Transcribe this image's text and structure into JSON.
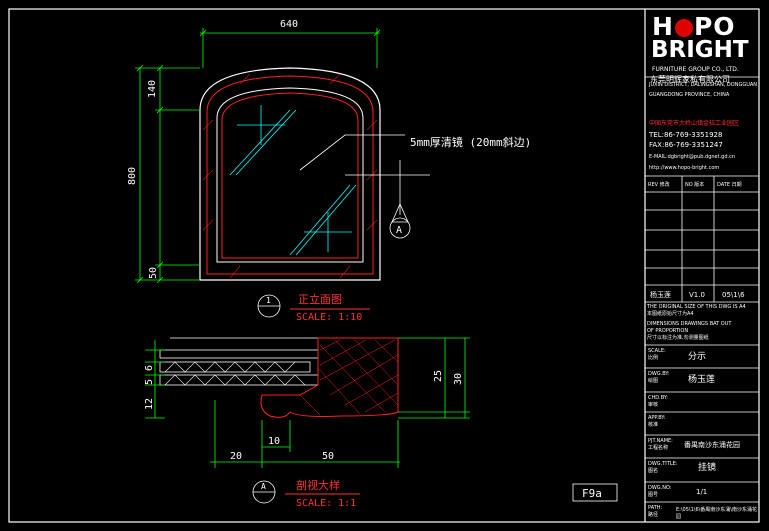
{
  "drawing": {
    "top_dimension": "640",
    "height_dimension": "800",
    "arch_dimension": "140",
    "bottom_frame_dimension": "50",
    "callout_text": "5mm厚清镜  (20mm斜边)",
    "section_marker": "A",
    "elevation_marker": "1",
    "elevation_title": "正立面图",
    "elevation_scale": "SCALE: 1:10",
    "section_title": "剖视大样",
    "section_scale": "SCALE: 1:1",
    "section_dims_left": [
      "5",
      "6",
      "12"
    ],
    "section_dims_right": [
      "25",
      "30"
    ],
    "section_dims_bottom": [
      "10",
      "20",
      "50"
    ],
    "sheet_code": "F9a"
  },
  "title_block": {
    "logo_top": "H",
    "logo_o": "PO",
    "logo_bottom": "BRIGHT",
    "company_en": "FURNITURE GROUP CO., LTD.",
    "company_cn": "东莞明辉家私有限公司",
    "addr_en_1": "JUXIN DISTRICT, DALINGSHAN, DONGGUAN",
    "addr_en_2": "GUANGDONG PROVINCE, CHINA",
    "addr_cn": "中国东莞市大岭山镇金桔工业园区",
    "tel": "TEL:86-769-3351928",
    "fax": "FAX:86-769-3351247",
    "email": "E-MAIL:dgbright@pub.dgnet.gd.cn",
    "web": "http://www.hopo-bright.com",
    "rev_label": "REV 修改",
    "no_label": "NO 版本",
    "date_label": "DATE 日期",
    "rev_name": "杨玉莲",
    "rev_version": "V1.0",
    "rev_date": "05\\1\\6",
    "note_1": "THE ORIGINAL SIZE OF THIS DWG IS A4",
    "note_1_cn": "本图纸原始尺寸为A4",
    "note_2": "DIMENSIONS DRAWINGS BAT OUT",
    "note_3": "OF PROPORTION",
    "note_3_cn": "尺寸以标注为准,勿测量图纸",
    "scale_label": "SCALE:",
    "scale_label_cn": "比例",
    "scale_value": "分示",
    "dwg_by_label": "DWG.BY:",
    "dwg_by_label_cn": "绘图",
    "dwg_by_value": "杨玉莲",
    "chk_by_label": "CHD.BY:",
    "chk_by_label_cn": "审核",
    "app_by_label": "APP.BY:",
    "app_by_label_cn": "核准",
    "pjt_label": "PJT.NAME:",
    "pjt_label_cn": "工程名称",
    "pjt_value": "番禺南沙东涌花园",
    "title_label": "DWG.TITLE:",
    "title_label_cn": "图名",
    "title_value": "挂镜",
    "no_label2": "DWG.NO:",
    "no_label2_cn": "图号",
    "no_value": "1/1",
    "path_label": "PATH:",
    "path_label_cn": "路径",
    "path_value": "E:\\05\\1\\6\\番禺南沙东涌\\南沙东涌花园"
  },
  "colors": {
    "background": "#000000",
    "line": "#ffffff",
    "frame": "#ff2020",
    "dimension": "#00ff00",
    "glass": "#00ffff",
    "title": "#ff3030"
  }
}
